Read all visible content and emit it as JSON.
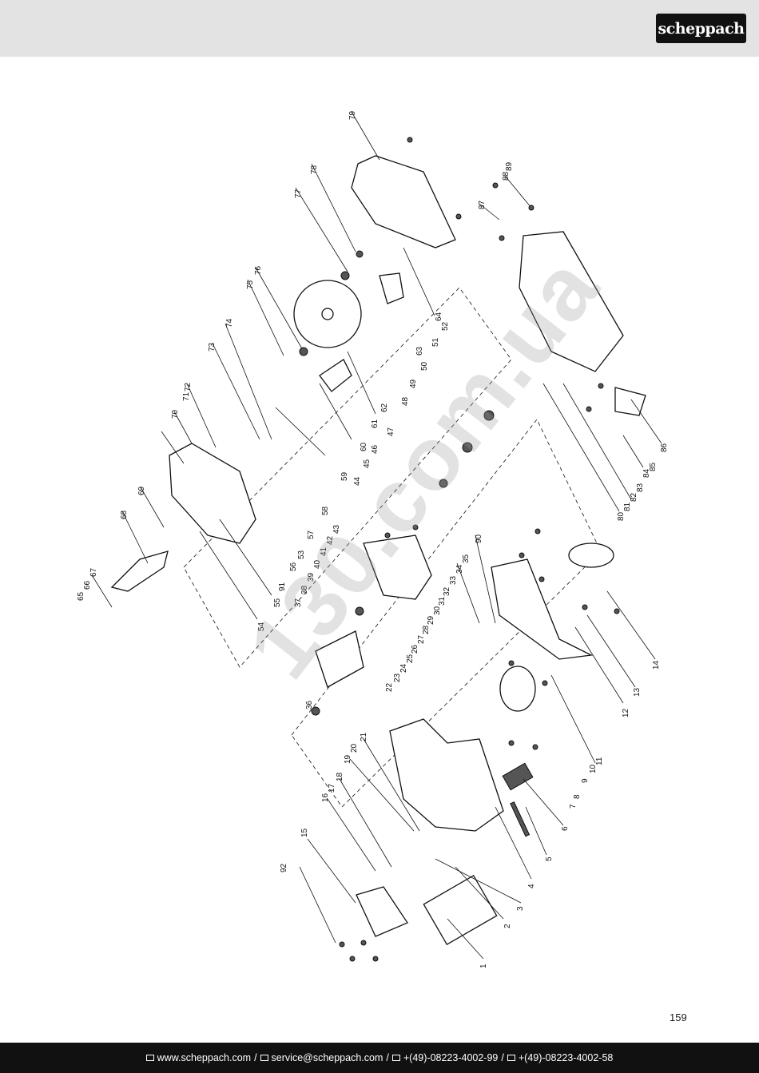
{
  "header": {
    "brand": "scheppach"
  },
  "diagram": {
    "part_numbers": [
      "1",
      "2",
      "3",
      "4",
      "5",
      "6",
      "7",
      "8",
      "9",
      "10",
      "11",
      "12",
      "13",
      "14",
      "15",
      "16",
      "17",
      "18",
      "19",
      "20",
      "21",
      "22",
      "23",
      "24",
      "25",
      "26",
      "27",
      "28",
      "29",
      "30",
      "31",
      "32",
      "33",
      "34",
      "35",
      "36",
      "37",
      "38",
      "39",
      "40",
      "41",
      "42",
      "43",
      "44",
      "45",
      "46",
      "47",
      "48",
      "49",
      "50",
      "51",
      "52",
      "53",
      "54",
      "55",
      "56",
      "57",
      "58",
      "59",
      "60",
      "61",
      "62",
      "63",
      "64",
      "65",
      "66",
      "67",
      "68",
      "69",
      "70",
      "71",
      "72",
      "73",
      "74",
      "75",
      "76",
      "77",
      "78",
      "79",
      "80",
      "81",
      "82",
      "83",
      "84",
      "85",
      "86",
      "87",
      "88",
      "89",
      "90",
      "91",
      "92"
    ]
  },
  "watermark": "130.com.ua",
  "page_number": "159",
  "footer": {
    "website": "www.scheppach.com",
    "email": "service@scheppach.com",
    "phone": "+(49)-08223-4002-99",
    "fax": "+(49)-08223-4002-58",
    "separator": "/"
  }
}
